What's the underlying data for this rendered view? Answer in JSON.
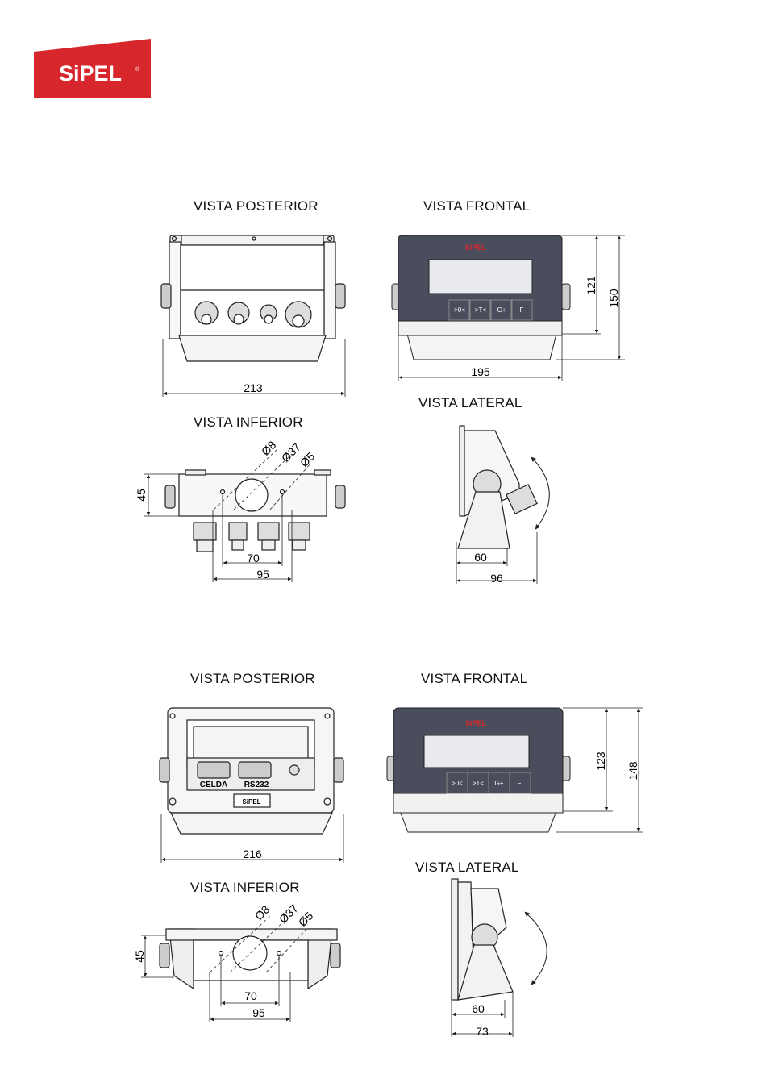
{
  "brand": {
    "logo_text": "SiPEL",
    "registered": "®",
    "color": "#d7272d"
  },
  "sections": [
    {
      "posterior": {
        "title": "VISTA POSTERIOR",
        "width_dim": "213"
      },
      "frontal": {
        "title": "VISTA FRONTAL",
        "width_dim": "195",
        "inner_height_dim": "121",
        "height_dim": "150",
        "logo": "SiPEL",
        "keys": [
          ">0<",
          ">T<",
          "G+",
          "F"
        ]
      },
      "inferior": {
        "title": "VISTA INFERIOR",
        "dims": {
          "hole_small": "Ø8",
          "hole_center": "Ø37",
          "hole_side": "Ø5",
          "height": "45",
          "spacing_a": "70",
          "spacing_b": "95"
        }
      },
      "lateral": {
        "title": "VISTA LATERAL",
        "depth_a": "60",
        "depth_b": "96"
      }
    },
    {
      "posterior": {
        "title": "VISTA POSTERIOR",
        "width_dim": "216",
        "connector_a": "CELDA",
        "connector_b": "RS232",
        "plate": "SiPEL"
      },
      "frontal": {
        "title": "VISTA FRONTAL",
        "width_dim": "",
        "inner_height_dim": "123",
        "height_dim": "148",
        "logo": "SiPEL",
        "keys": [
          ">0<",
          ">T<",
          "G+",
          "F"
        ]
      },
      "inferior": {
        "title": "VISTA INFERIOR",
        "dims": {
          "hole_small": "Ø8",
          "hole_center": "Ø37",
          "hole_side": "Ø5",
          "height": "45",
          "spacing_a": "70",
          "spacing_b": "95"
        }
      },
      "lateral": {
        "title": "VISTA LATERAL",
        "depth_a": "60",
        "depth_b": "73"
      }
    }
  ]
}
